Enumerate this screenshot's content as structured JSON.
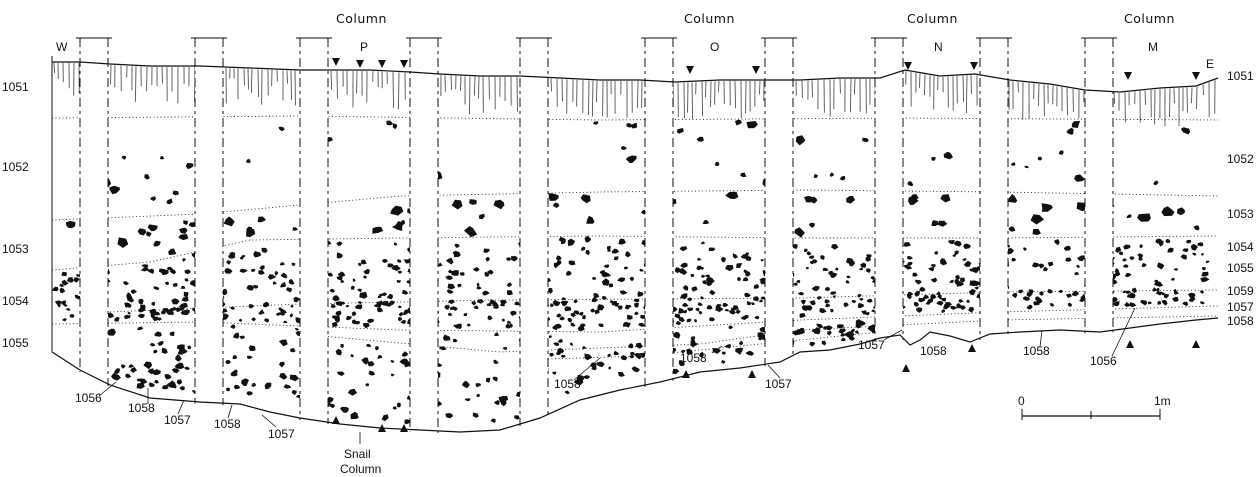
{
  "figure": {
    "column_heading": "Column",
    "columns": [
      "P",
      "O",
      "N",
      "M"
    ],
    "west_label": "W",
    "east_label": "E",
    "left_depths": [
      "1051",
      "1052",
      "1053",
      "1054",
      "1055"
    ],
    "right_labels": [
      "1051",
      "1052",
      "1053",
      "1054",
      "1055",
      "1059",
      "1057",
      "1058"
    ],
    "bottom_labels": [
      "1056",
      "1058",
      "1057",
      "1058",
      "1057",
      "1058",
      "1058",
      "1057",
      "1057",
      "1058",
      "1058",
      "1056"
    ],
    "snail_label_line1": "Snail",
    "snail_label_line2": "Column",
    "scale_start": "0",
    "scale_end": "1m"
  }
}
